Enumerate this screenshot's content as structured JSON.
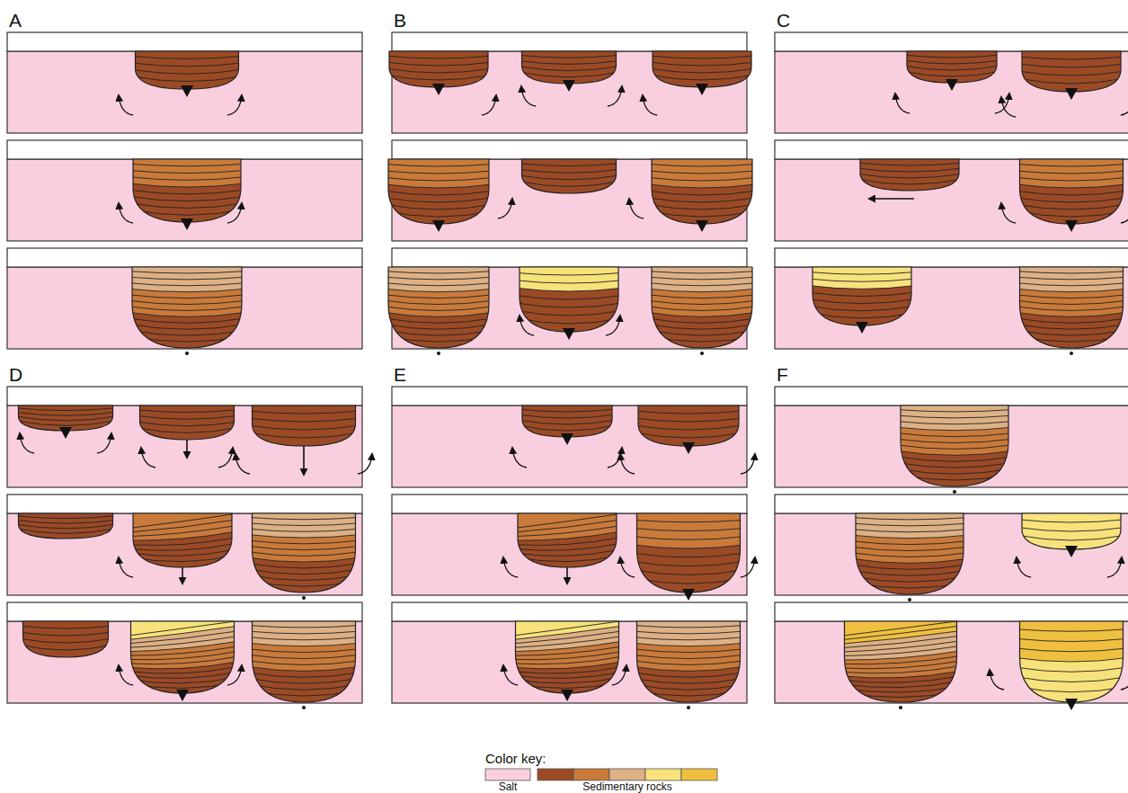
{
  "diagram": {
    "labels": [
      "A",
      "B",
      "C",
      "D",
      "E",
      "F",
      "Color key:"
    ],
    "legend": [
      {
        "text": "Salt",
        "color": "#f9cfe0"
      },
      {
        "text": "Sedimentary rocks",
        "color": "#9b4a26"
      }
    ]
  }
}
